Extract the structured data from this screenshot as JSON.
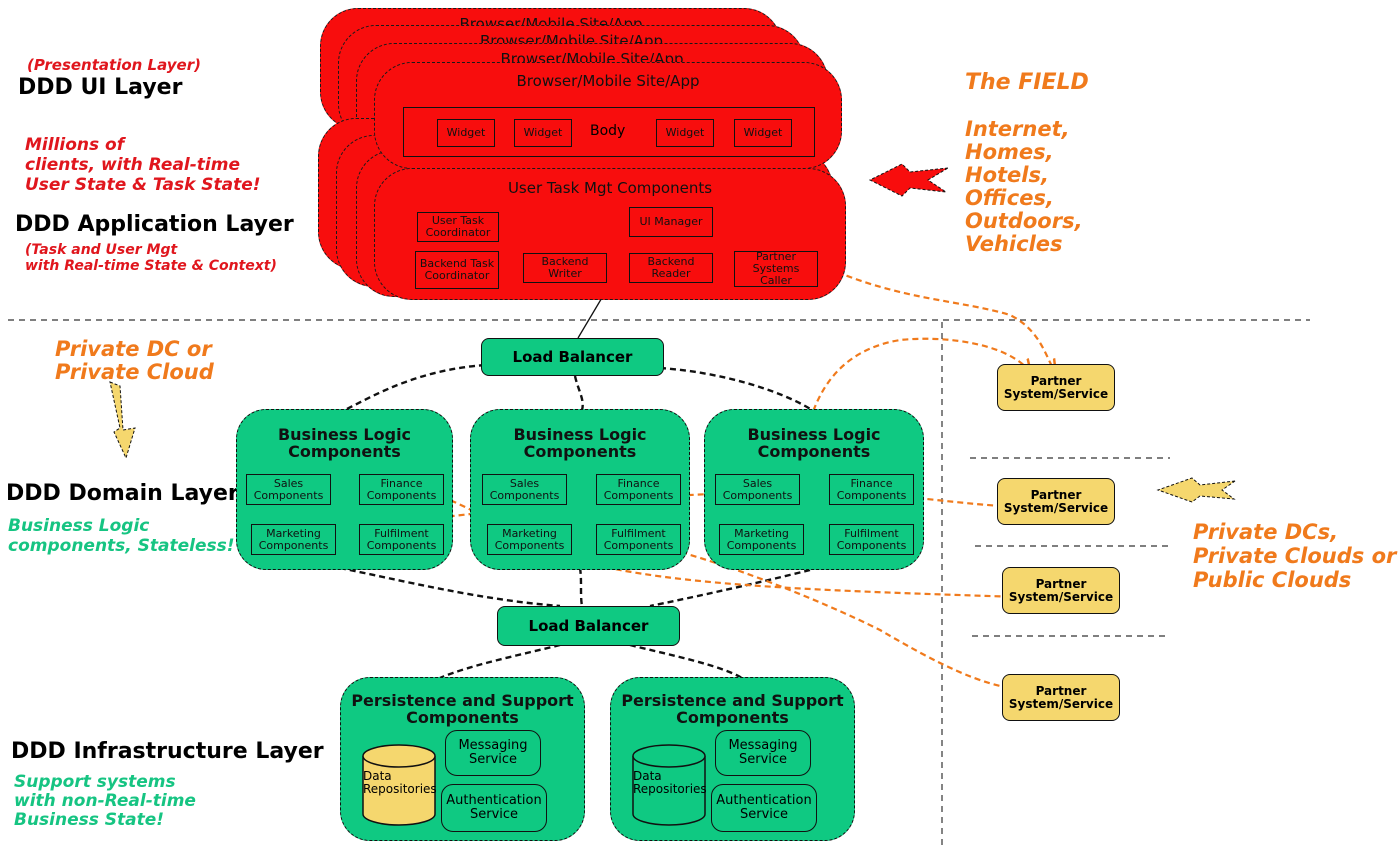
{
  "left_labels": {
    "presentation_layer": "(Presentation Layer)",
    "ui_layer": "DDD UI Layer",
    "millions": [
      "Millions of",
      "clients, with Real-time",
      "User State & Task State!"
    ],
    "application_layer": "DDD Application Layer",
    "task_user_mgt": [
      "(Task and User Mgt",
      "with Real-time State & Context)"
    ],
    "private_dc": [
      "Private DC or",
      "Private Cloud"
    ],
    "domain_layer": "DDD Domain Layer",
    "business_logic_note": [
      "Business Logic",
      "components, Stateless!"
    ],
    "infrastructure_layer": "DDD Infrastructure Layer",
    "support_note": [
      "Support systems",
      "with non-Real-time",
      "Business State!"
    ]
  },
  "right_labels": {
    "field": "The FIELD",
    "field_list": [
      "Internet,",
      "Homes,",
      "Hotels,",
      "Offices,",
      "Outdoors,",
      "Vehicles"
    ],
    "private_dcs": [
      "Private DCs,",
      "Private Clouds or",
      "Public Clouds"
    ]
  },
  "ui": {
    "stack_titles": [
      "Browser/Mobile Site/App",
      "Browser/Mobile Site/App",
      "Browser/Mobile Site/App"
    ],
    "app_title": "Browser/Mobile Site/App",
    "body": "Body",
    "widgets": [
      "Widget",
      "Widget",
      "Widget",
      "Widget"
    ],
    "task_title": "User Task Mgt Components",
    "user_task_coordinator": "User Task Coordinator",
    "ui_manager": "UI Manager",
    "backend_task_coordinator": "Backend Task Coordinator",
    "backend_writer": "Backend Writer",
    "backend_reader": "Backend Reader",
    "partner_systems_caller": "Partner Systems Caller"
  },
  "domain": {
    "load_balancer_top": "Load Balancer",
    "load_balancer_bottom": "Load Balancer",
    "clusters": [
      {
        "title": [
          "Business Logic",
          "Components"
        ],
        "sales": "Sales Components",
        "finance": "Finance Components",
        "marketing": "Marketing Components",
        "fulfilment": "Fulfilment Components"
      },
      {
        "title": [
          "Business Logic",
          "Components"
        ],
        "sales": "Sales Components",
        "finance": "Finance Components",
        "marketing": "Marketing Components",
        "fulfilment": "Fulfilment Components"
      },
      {
        "title": [
          "Business Logic",
          "Components"
        ],
        "sales": "Sales Components",
        "finance": "Finance Components",
        "marketing": "Marketing Components",
        "fulfilment": "Fulfilment Components"
      }
    ]
  },
  "infra": {
    "clusters": [
      {
        "title": [
          "Persistence and Support",
          "Components"
        ],
        "data": [
          "Data",
          "Repositories"
        ],
        "messaging": "Messaging Service",
        "auth": "Authentication Service",
        "db_fill": "#f5d76e"
      },
      {
        "title": [
          "Persistence and Support",
          "Components"
        ],
        "data": [
          "Data",
          "Repositories"
        ],
        "messaging": "Messaging Service",
        "auth": "Authentication Service",
        "db_fill": "#0fc982"
      }
    ]
  },
  "partners": [
    "Partner System/Service",
    "Partner System/Service",
    "Partner System/Service",
    "Partner System/Service"
  ],
  "colors": {
    "red": "#f80d0d",
    "green": "#0fc982",
    "yellow": "#f5d76e",
    "orange": "#f07a1c"
  }
}
